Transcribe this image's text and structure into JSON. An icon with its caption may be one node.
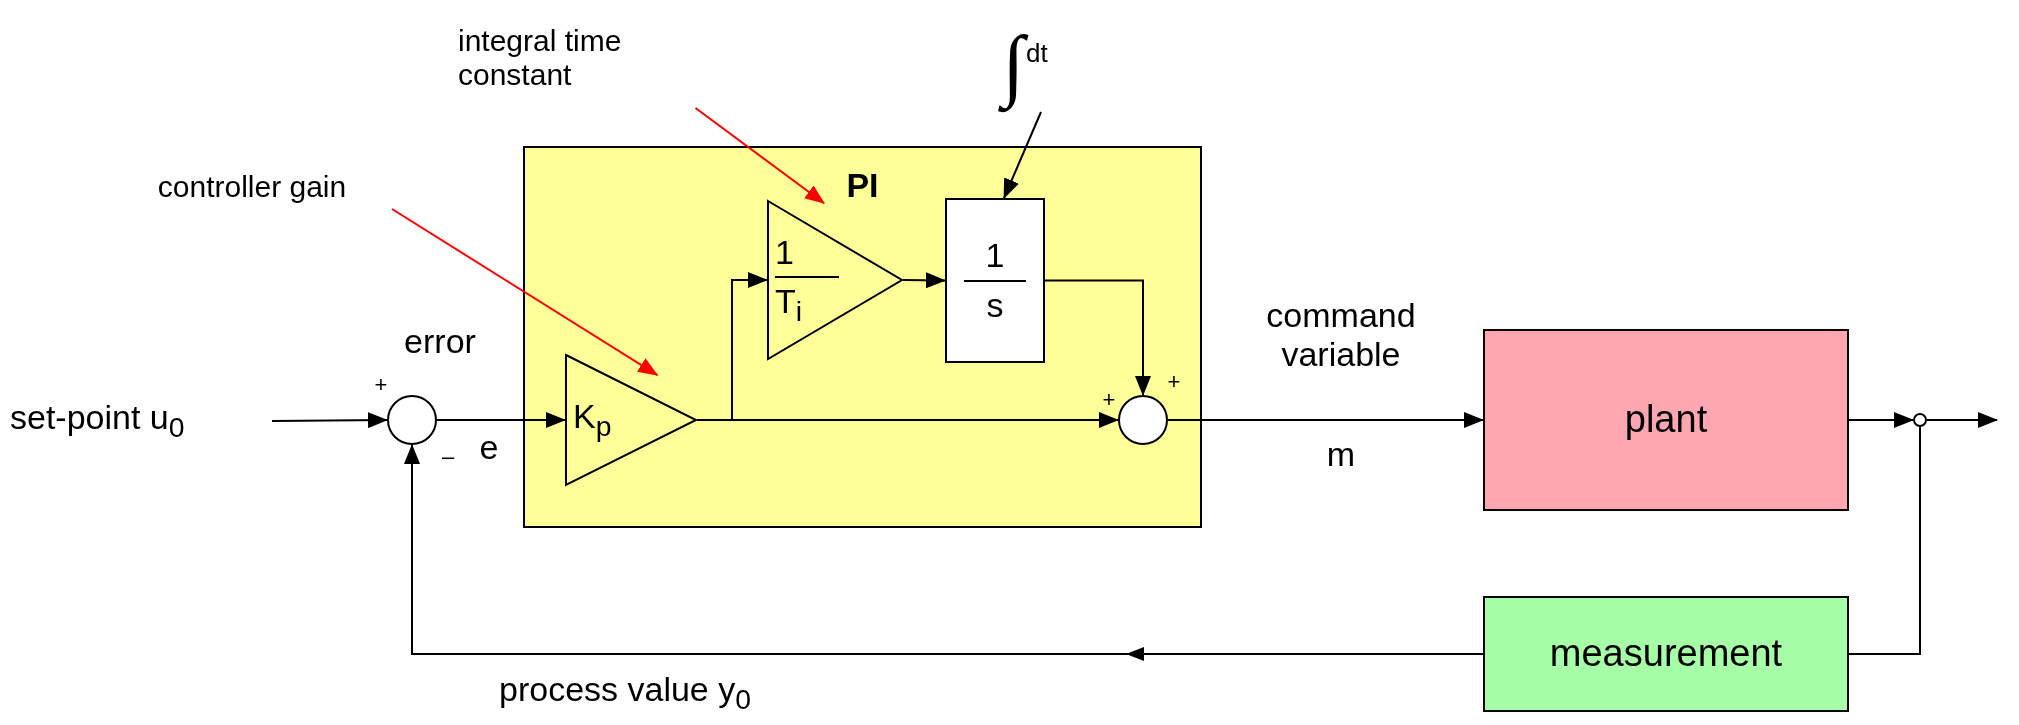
{
  "diagram": {
    "nodes": [
      {
        "text": [
          "set-point u$_{0}$"
        ]
      },
      {
        "text": [],
        "shape": "circle",
        "beside": [
          "+",
          "–"
        ]
      },
      {
        "text": [
          "PI"
        ]
      },
      {
        "text": [
          "K$_{p}$"
        ],
        "in": 2
      },
      {
        "text": [
          "1",
          "T$_{i}$"
        ],
        "in": 2
      },
      {
        "text": [
          "1",
          "s"
        ],
        "in": 2
      },
      {
        "text": [],
        "shape": "circle",
        "in": 2,
        "beside": [
          "+",
          "+"
        ]
      },
      {
        "text": [
          "plant"
        ]
      },
      {
        "text": [],
        "shape": "circle"
      },
      {
        "text": [
          "measurement"
        ]
      },
      {
        "text": [
          "controller gain"
        ]
      },
      {
        "text": [
          "integral time constant"
        ]
      },
      {
        "text": [
          "∫",
          "dt"
        ]
      }
    ],
    "edges": [
      {
        "from": 0,
        "to": 1,
        "arrow": "to"
      },
      {
        "from": 1,
        "to": 3,
        "arrow": "to",
        "label": "e"
      },
      {
        "from": 3,
        "to": 4,
        "arrow": "to"
      },
      {
        "from": 3,
        "to": 6,
        "arrow": "to"
      },
      {
        "from": 4,
        "to": 5,
        "arrow": "to"
      },
      {
        "from": 5,
        "to": 6,
        "arrow": "to"
      },
      {
        "from": 6,
        "to": 7,
        "arrow": "to",
        "label": "m"
      },
      {
        "from": 7,
        "to": 8,
        "arrow": "to"
      },
      {
        "from": 8,
        "to": null,
        "arrow": "to"
      },
      {
        "from": 8,
        "to": 9,
        "arrow": "none"
      },
      {
        "from": 9,
        "to": 1,
        "arrow": "to",
        "label": "process value y$_{0}$"
      },
      {
        "from": 10,
        "to": 3,
        "arrow": "to",
        "color": "#ff0000"
      },
      {
        "from": 11,
        "to": 4,
        "arrow": "to",
        "color": "#ff0000"
      },
      {
        "from": 12,
        "to": 5,
        "arrow": "to"
      }
    ],
    "labels": [
      "error",
      "command variable"
    ]
  }
}
